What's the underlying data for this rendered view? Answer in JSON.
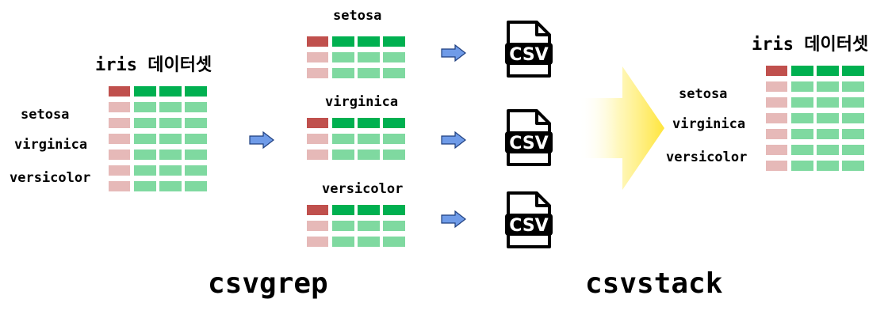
{
  "input": {
    "title": "iris 데이터셋",
    "species": [
      "setosa",
      "virginica",
      "versicolor"
    ]
  },
  "split": [
    {
      "label": "setosa"
    },
    {
      "label": "virginica"
    },
    {
      "label": "versicolor"
    }
  ],
  "file_icon": {
    "text": "CSV"
  },
  "output": {
    "title": "iris 데이터셋",
    "species": [
      "setosa",
      "virginica",
      "versicolor"
    ]
  },
  "commands": {
    "left": "csvgrep",
    "right": "csvstack"
  },
  "colors": {
    "header_key": "#c0504d",
    "header_value": "#00b050",
    "body_key": "#e6b9b8",
    "body_value": "#7fd9a0",
    "arrow_fill": "#6f9be8",
    "big_arrow": "#ffe84d"
  }
}
